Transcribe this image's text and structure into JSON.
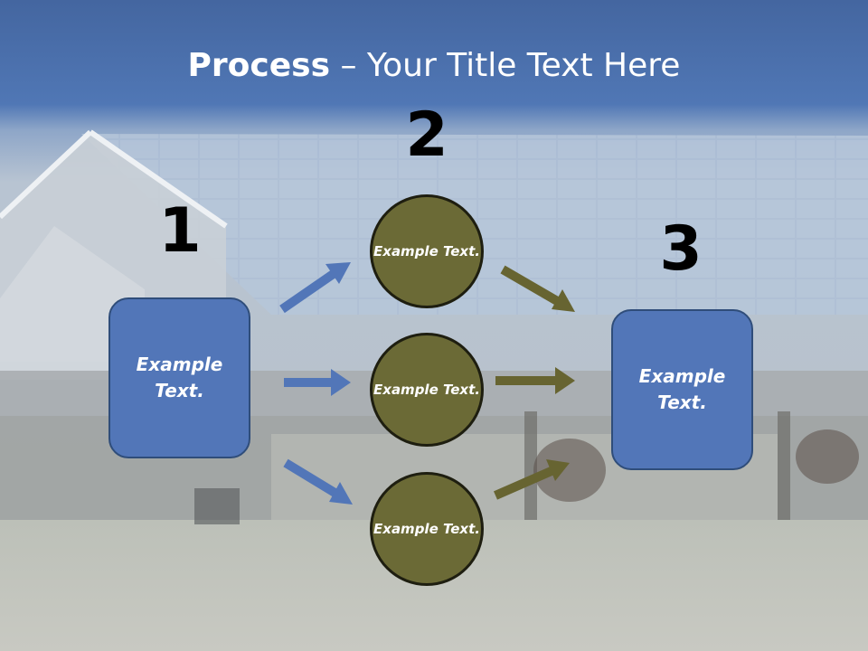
{
  "title": {
    "bold": "Process",
    "rest": " – Your Title Text Here"
  },
  "steps": {
    "one": {
      "number": "1",
      "text": "Example Text."
    },
    "two": {
      "number": "2",
      "items": [
        "Example Text.",
        "Example Text.",
        "Example Text."
      ]
    },
    "three": {
      "number": "3",
      "text": "Example Text."
    }
  },
  "colors": {
    "box_blue": "#5276b8",
    "circle_olive": "#6b6a36",
    "arrow_blue": "#5276b8",
    "arrow_olive": "#676431",
    "header_blue": "#4d6fa8"
  }
}
